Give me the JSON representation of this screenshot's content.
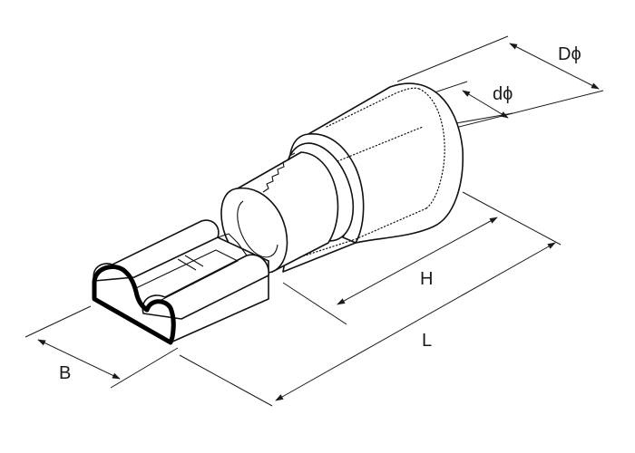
{
  "labels": {
    "outer_diameter": "Dϕ",
    "inner_diameter": "dϕ",
    "insulation_length": "H",
    "total_length": "L",
    "tab_width": "B"
  }
}
